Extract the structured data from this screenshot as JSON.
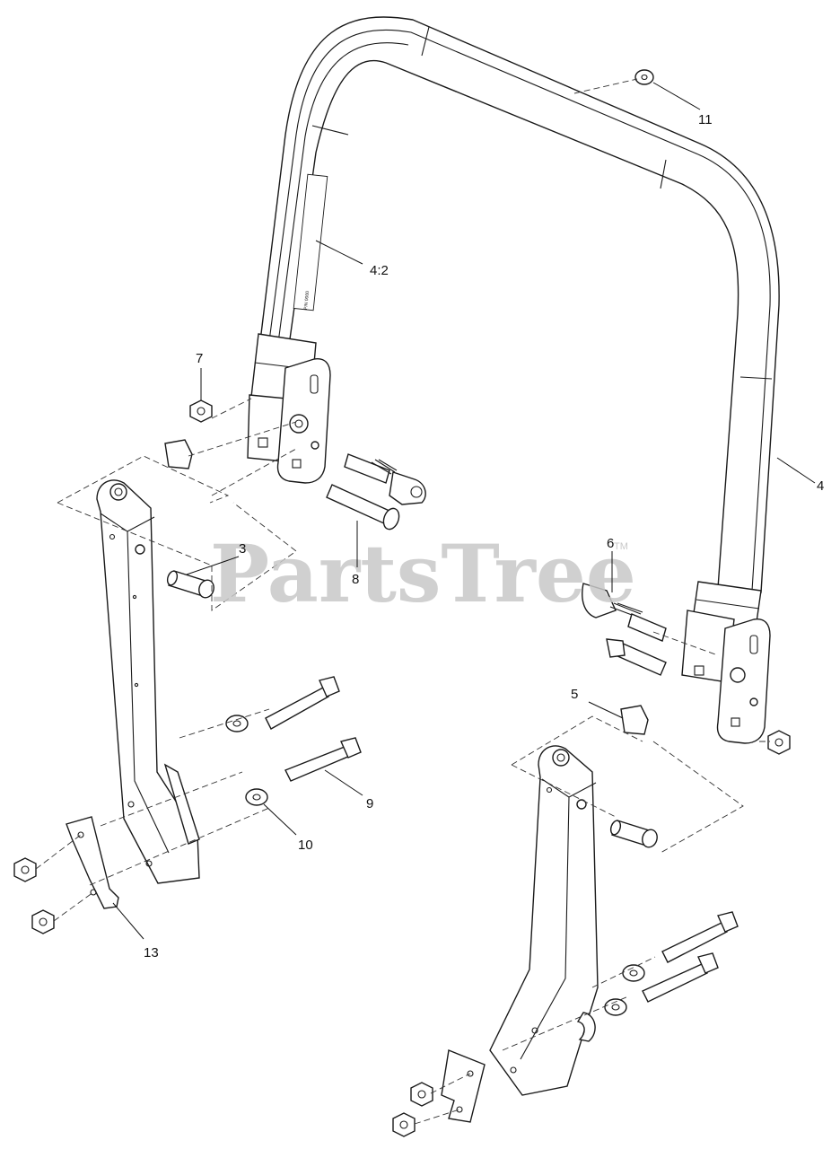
{
  "watermark": {
    "text": "PartsTree",
    "trademark": "TM"
  },
  "callouts": [
    {
      "id": "c11",
      "label": "11"
    },
    {
      "id": "c4-2",
      "label": "4:2"
    },
    {
      "id": "c7",
      "label": "7"
    },
    {
      "id": "c4",
      "label": "4"
    },
    {
      "id": "c3",
      "label": "3"
    },
    {
      "id": "c8",
      "label": "8"
    },
    {
      "id": "c6",
      "label": "6"
    },
    {
      "id": "c5",
      "label": "5"
    },
    {
      "id": "c9",
      "label": "9"
    },
    {
      "id": "c10",
      "label": "10"
    },
    {
      "id": "c13",
      "label": "13"
    }
  ],
  "decal_text": "P/N 0000"
}
